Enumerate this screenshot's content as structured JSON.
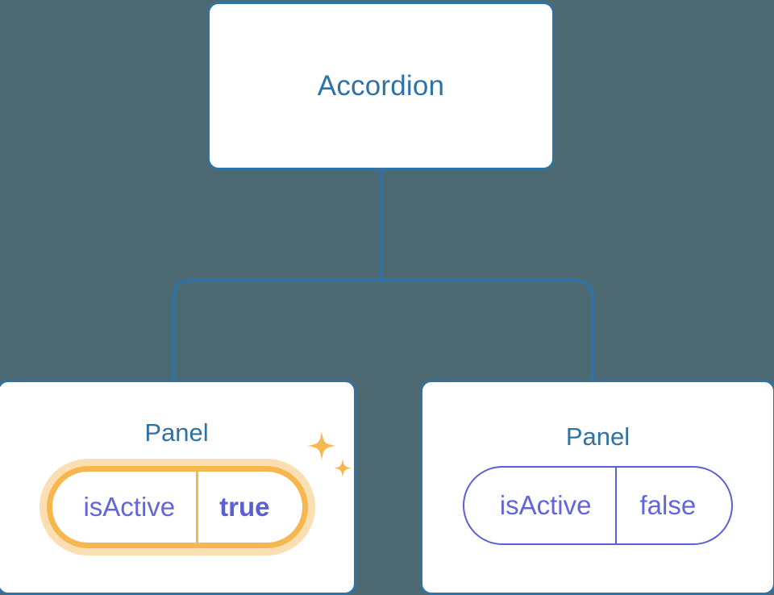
{
  "diagram": {
    "type": "component-tree",
    "background_color": "#4d6a73",
    "node_border_color": "#2f72a4",
    "node_text_color": "#2f72a4",
    "prop_text_color": "#6265dd",
    "highlight_color": "#f7b750",
    "highlight_glow_color": "#fbdfb3",
    "root": {
      "title": "Accordion"
    },
    "children": [
      {
        "title": "Panel",
        "highlighted": true,
        "prop": {
          "key": "isActive",
          "value": "true"
        },
        "decoration": "sparkles-icon"
      },
      {
        "title": "Panel",
        "highlighted": false,
        "prop": {
          "key": "isActive",
          "value": "false"
        }
      }
    ]
  }
}
